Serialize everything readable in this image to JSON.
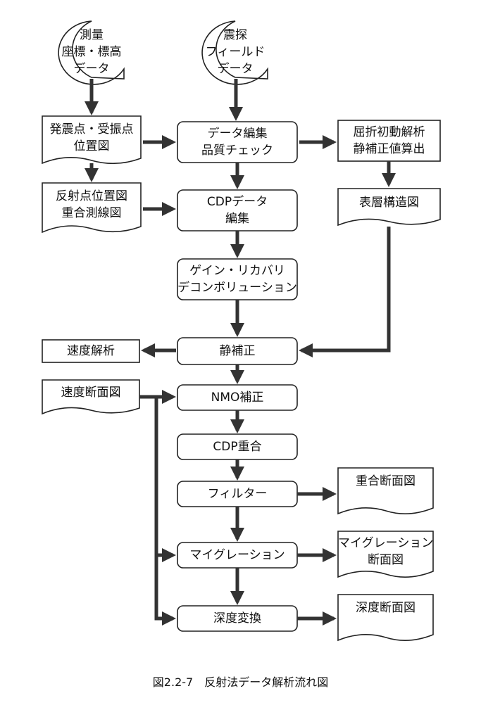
{
  "nodes": {
    "survey_data": [
      "測量",
      "座標・標高",
      "データ"
    ],
    "field_data": [
      "震探",
      "フィールド",
      "データ"
    ],
    "shot_receiver_map": [
      "発震点・受振点",
      "位置図"
    ],
    "reflection_map": [
      "反射点位置図",
      "重合測線図"
    ],
    "data_edit": [
      "データ編集",
      "品質チェック"
    ],
    "refraction": [
      "屈折初動解析",
      "静補正値算出"
    ],
    "surface_map": [
      "表層構造図"
    ],
    "cdp_edit": [
      "CDPデータ",
      "編集"
    ],
    "gain": [
      "ゲイン・リカバリ",
      "デコンボリューション"
    ],
    "velocity_analysis": [
      "速度解析"
    ],
    "static": [
      "静補正"
    ],
    "velocity_section": [
      "速度断面図"
    ],
    "nmo": [
      "NMO補正"
    ],
    "cdp_stack": [
      "CDP重合"
    ],
    "filter": [
      "フィルター"
    ],
    "stack_section": [
      "重合断面図"
    ],
    "migration": [
      "マイグレーション"
    ],
    "migration_section": [
      "マイグレーション",
      "断面図"
    ],
    "depth_conv": [
      "深度変換"
    ],
    "depth_section": [
      "深度断面図"
    ]
  },
  "caption": "図2.2-7　反射法データ解析流れ図"
}
